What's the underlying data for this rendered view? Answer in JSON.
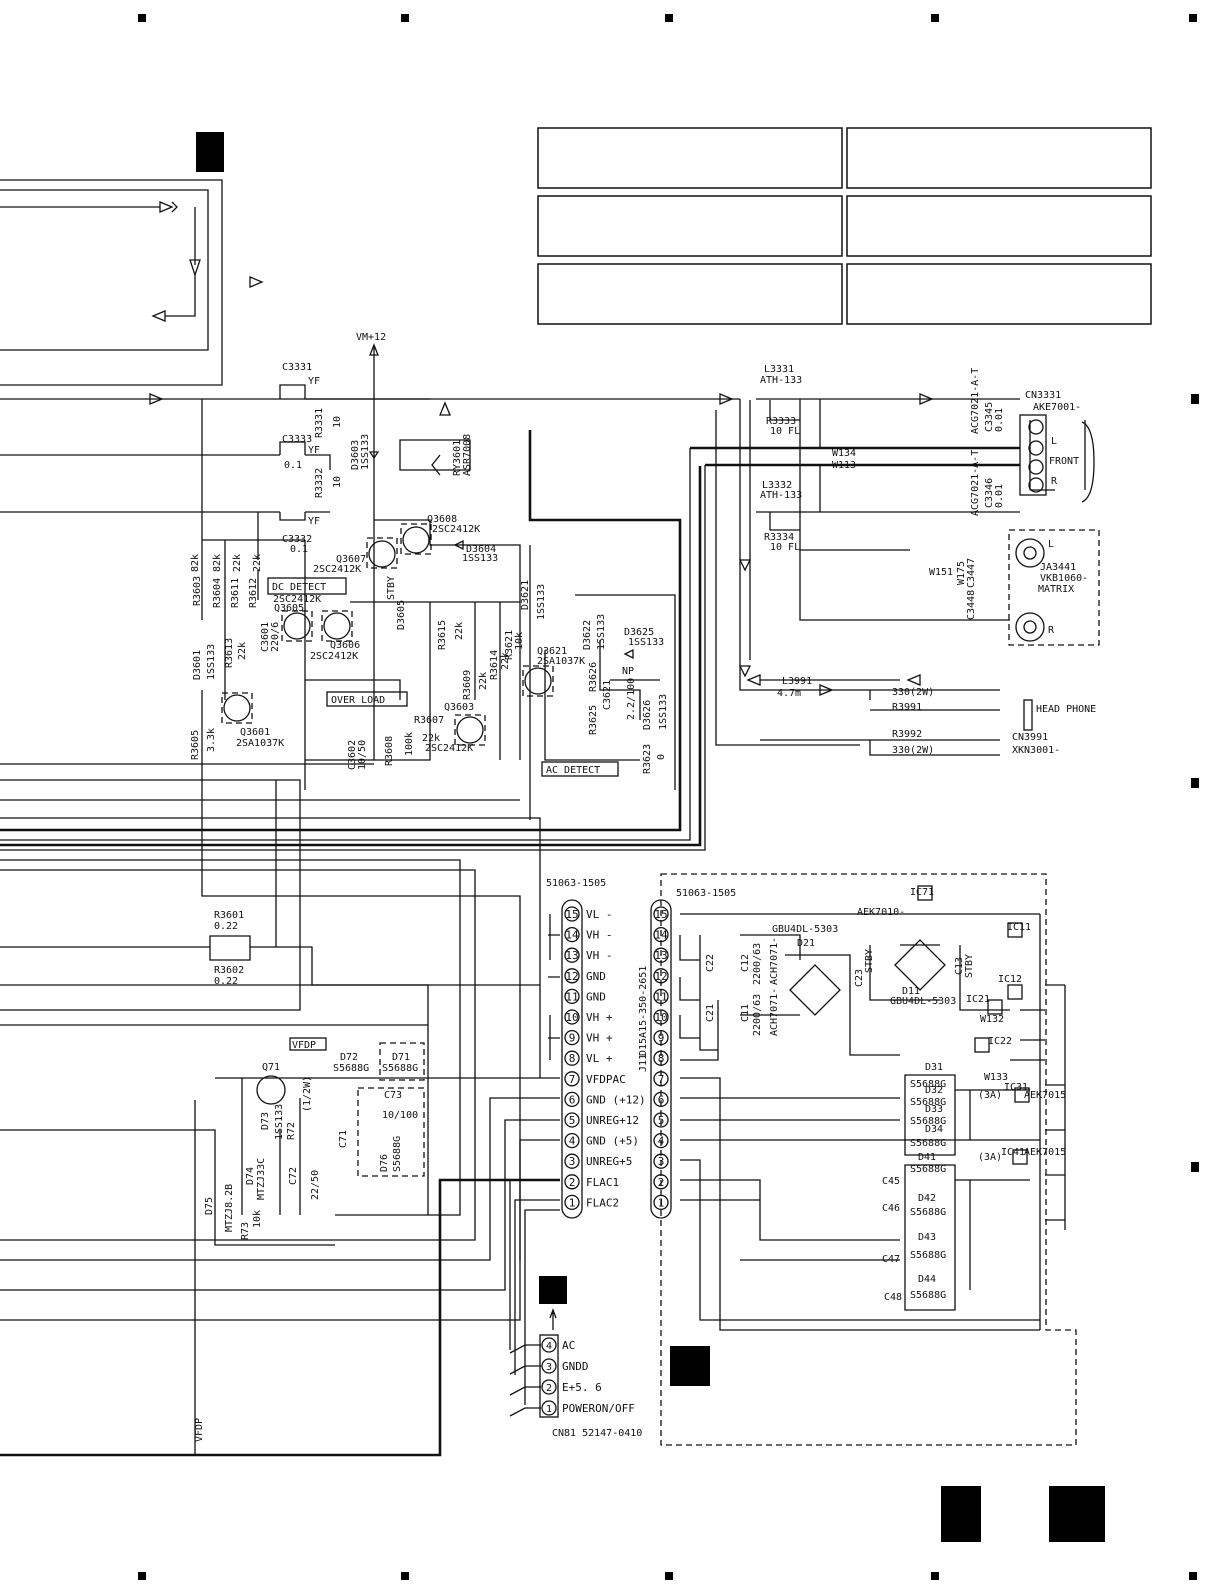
{
  "supply": {
    "vm": "VM+12"
  },
  "front_output": {
    "connector": "CN3331",
    "part": "AKE7001-",
    "label": "FRONT",
    "ch_l": "L",
    "ch_r": "R",
    "coil_l": "L3331",
    "coil_l_part": "ATH-133",
    "coil_r": "L3332",
    "coil_r_part": "ATH-133",
    "r_l": "R3333",
    "r_l_val": "10 FL",
    "r_r": "R3334",
    "r_r_val": "10 FL",
    "cap_l": "C3345",
    "cap_l_val": "0.01",
    "cap_l_part": "ACG7021-A-T",
    "cap_r": "C3346",
    "cap_r_val": "0.01",
    "cap_r_part": "ACG7021-A-T",
    "wire_a": "W134",
    "wire_b": "W113"
  },
  "matrix_out": {
    "jack": "JA3441",
    "part": "VKB1060-",
    "label": "MATRIX",
    "l": "L",
    "r": "R",
    "wire": "W151",
    "wire2": "W175",
    "cap_a": "C3447",
    "cap_b": "C3448"
  },
  "headphone": {
    "label": "HEAD PHONE",
    "coil": "L3991",
    "coil_val": "4.7m",
    "r1": "R3991",
    "r1_val": "330(2W)",
    "r2": "R3992",
    "r2_val": "330(2W)",
    "connector": "CN3991",
    "part": "XKN3001-"
  },
  "input": {
    "c1": "C3331",
    "c1_val": "YF",
    "c2": "C3333",
    "c2_val": "YF",
    "c3": "C3332",
    "c3_val": "YF",
    "c3_sub": "0.1",
    "c2_sub": "0.1",
    "r1": "R3331",
    "r1_val": "10",
    "r2": "R3332",
    "r2_val": "10",
    "diode": "D3603",
    "diode_part": "1SS133",
    "relay": "RY3601",
    "relay_part": "ASR7008"
  },
  "protection": {
    "dc_detect": "DC DETECT",
    "over_load": "OVER LOAD",
    "ac_detect": "AC DETECT",
    "q3608": "Q3608",
    "q3608_part": "2SC2412K",
    "q3607": "Q3607",
    "q3607_part": "2SC2412K",
    "q3605": "Q3605",
    "q3605_part": "2SC2412K",
    "q3606": "Q3606",
    "q3606_part": "2SC2412K",
    "q3601": "Q3601",
    "q3601_part": "2SA1037K",
    "q3603": "Q3603",
    "q3603_part": "2SC2412K",
    "q3621": "Q3621",
    "q3621_part": "2SA1037K",
    "d3604": "D3604",
    "d3604_part": "1SS133",
    "d3605": "D3605",
    "d3605_sub": "STBY",
    "d3601": "D3601",
    "d3601_part": "1SS133",
    "d3621": "D3621",
    "d3621_part": "1SS133",
    "d3622": "D3622",
    "d3622_part": "1SS133",
    "d3625": "D3625",
    "d3625_part": "1SS133",
    "d3626": "D3626",
    "d3626_part": "1SS133",
    "r3603": "R3603",
    "r3603_val": "82k",
    "r3604": "R3604",
    "r3604_val": "82k",
    "r3611": "R3611",
    "r3611_val": "22k",
    "r3612": "R3612",
    "r3612_val": "22k",
    "r3613": "R3613",
    "r3613_val": "22k",
    "r3615": "R3615",
    "r3615_val": "22k",
    "r3614": "R3614",
    "r3614_val": "22k",
    "r3609": "R3609",
    "r3609_val": "22k",
    "r3607": "R3607",
    "r3607_val": "22k",
    "r3608": "R3608",
    "r3608_val": "100k",
    "r3605": "R3605",
    "r3605_val": "3.3k",
    "r3621": "R3621",
    "r3621_val": "10k",
    "r3626": "R3626",
    "r3625": "R3625",
    "r3623": "R3623",
    "r3623_val": "0",
    "c3601": "C3601",
    "c3601_val": "220/6",
    "c3602": "C3602",
    "c3602_val": "10/50",
    "c3621": "C3621",
    "c3621_val": "2.2/100",
    "c3621_np": "NP"
  },
  "shunt": {
    "r3601": "R3601",
    "r3601_val": "0.22",
    "r3602": "R3602",
    "r3602_val": "0.22"
  },
  "vfd": {
    "label": "VFDP",
    "q71": "Q71",
    "d72": "D72",
    "d72_part": "S5688G",
    "d71": "D71",
    "d71_part": "S5688G",
    "d73": "D73",
    "d73_part": "1SS133",
    "r72": "R72",
    "r72_val": "(1/2W)",
    "c71": "C71",
    "c73": "C73",
    "c73_val": "10/100",
    "d76": "D76",
    "d76_part": "S5688G",
    "d74": "D74",
    "d74_part": "MTZJ33C",
    "c72": "C72",
    "c72_val": "22/50",
    "d75": "D75",
    "d75_part": "MTZJ8.2B",
    "r73": "R73",
    "r73_val": "10k",
    "side_label": "VFDP"
  },
  "connector_left": {
    "part": "51063-1505",
    "pins": [
      {
        "n": "15",
        "label": "VL -"
      },
      {
        "n": "14",
        "label": "VH -"
      },
      {
        "n": "13",
        "label": "VH -"
      },
      {
        "n": "12",
        "label": "GND"
      },
      {
        "n": "11",
        "label": "GND"
      },
      {
        "n": "10",
        "label": "VH +"
      },
      {
        "n": "9",
        "label": "VH +"
      },
      {
        "n": "8",
        "label": "VL +"
      },
      {
        "n": "7",
        "label": "VFDPAC"
      },
      {
        "n": "6",
        "label": "GND (+12)"
      },
      {
        "n": "5",
        "label": "UNREG+12"
      },
      {
        "n": "4",
        "label": "GND (+5)"
      },
      {
        "n": "3",
        "label": "UNREG+5"
      },
      {
        "n": "2",
        "label": "FLAC1"
      },
      {
        "n": "1",
        "label": "FLAC2"
      }
    ]
  },
  "connector_right": {
    "part": "51063-1505",
    "ref": "J11",
    "ref_part": "D15A15-350-2651",
    "pins": [
      "15",
      "14",
      "13",
      "12",
      "11",
      "10",
      "9",
      "8",
      "7",
      "6",
      "5",
      "4",
      "3",
      "2",
      "1"
    ]
  },
  "power_unit": {
    "ic71": "IC71",
    "ic71_part": "AEK7010-",
    "ic11": "IC11",
    "ic12": "IC12",
    "ic21": "IC21",
    "ic22": "IC22",
    "ic31": "IC31",
    "ic31_part": "AEK7015",
    "ic41": "IC41",
    "ic41_part": "AEK7015",
    "ic31_rate": "(3A)",
    "ic41_rate": "(3A)",
    "d21": "D21",
    "d21_part": "GBU4DL-5303",
    "d11": "D11",
    "d11_part": "GBU4DL-5303",
    "c22": "C22",
    "c12": "C12",
    "c12_val": "2200/63",
    "c12_part": "ACH7071-",
    "c21": "C21",
    "c11": "C11",
    "c11_val": "2200/63",
    "c11_part": "ACH7071-",
    "c23": "C23",
    "c23_sub": "STBY",
    "c13": "C13",
    "c13_sub": "STBY",
    "w132": "W132",
    "w133": "W133",
    "d31": "D31",
    "d32": "D32",
    "d33": "D33",
    "d34": "D34",
    "d41": "D41",
    "d42": "D42",
    "d43": "D43",
    "d44": "D44",
    "diode_part": "S5688G",
    "c45": "C45",
    "c46": "C46",
    "c47": "C47",
    "c48": "C48"
  },
  "cn81": {
    "label": "CN81 52147-0410",
    "pins": [
      {
        "n": "4",
        "label": "AC"
      },
      {
        "n": "3",
        "label": "GNDD"
      },
      {
        "n": "2",
        "label": "E+5. 6"
      },
      {
        "n": "1",
        "label": "POWERON/OFF"
      }
    ]
  }
}
